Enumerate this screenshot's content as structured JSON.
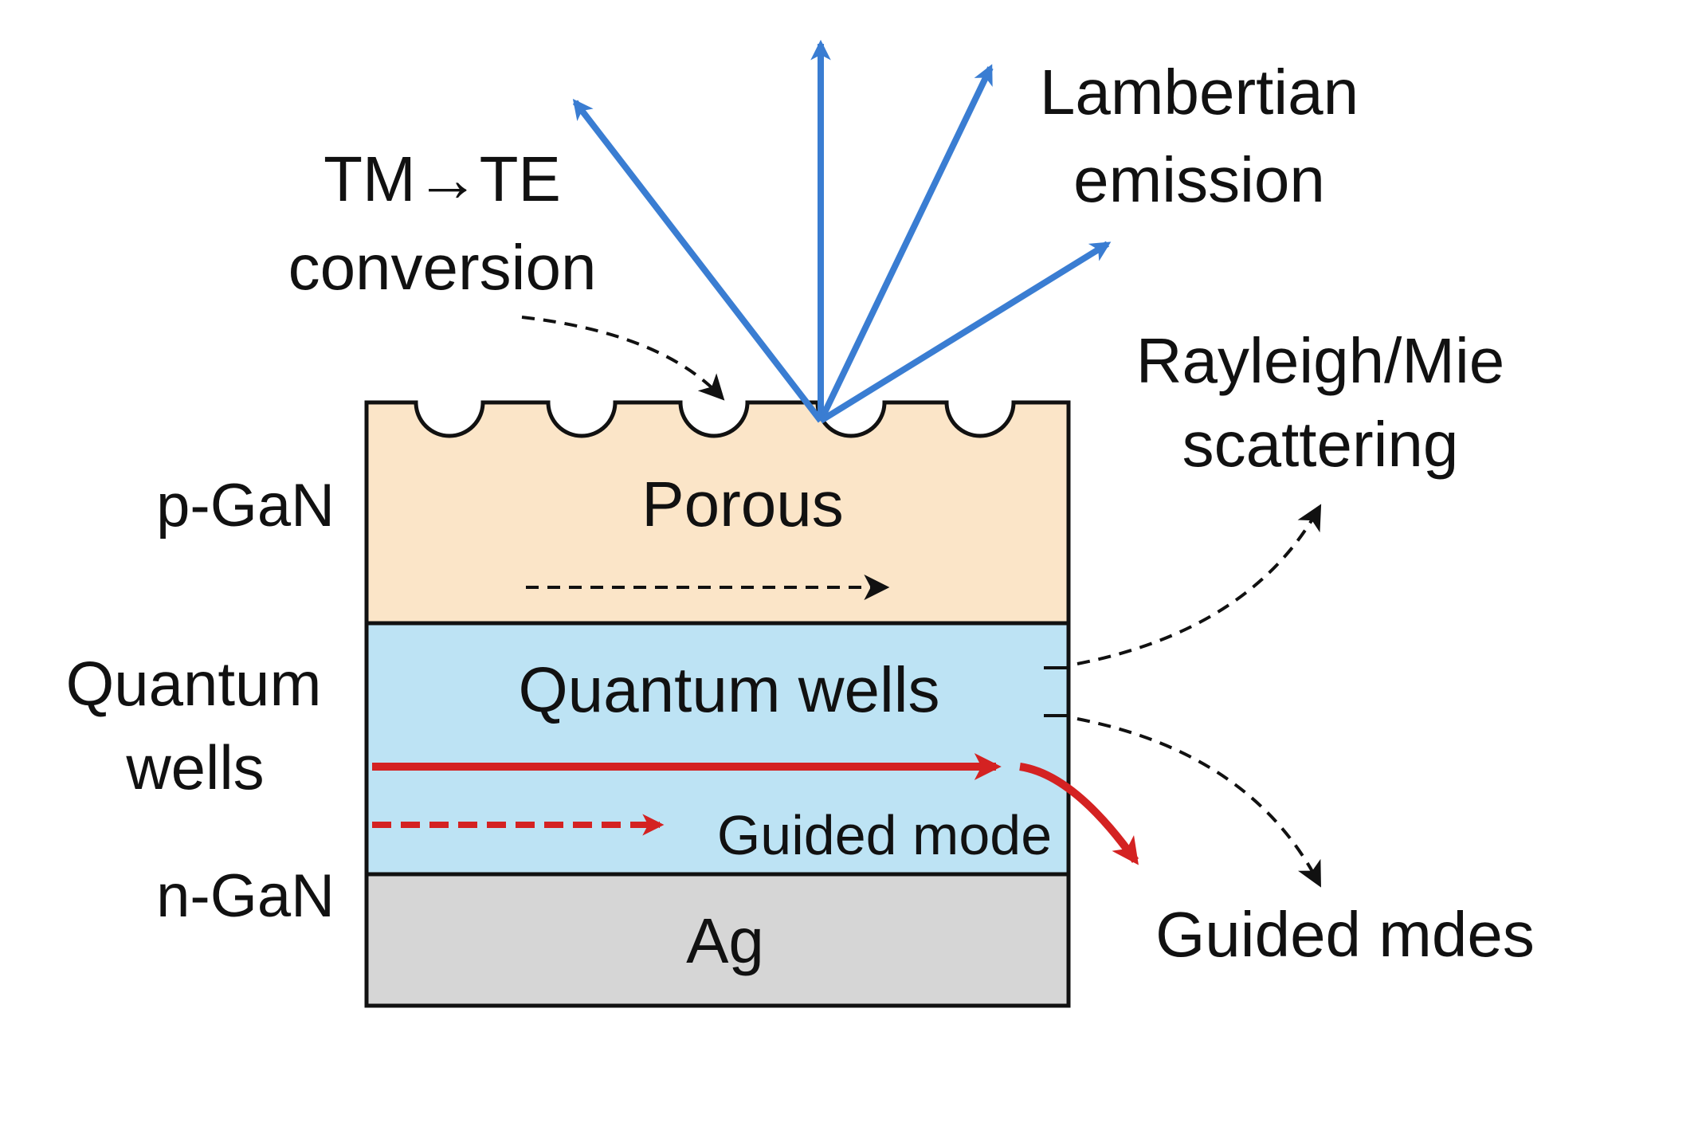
{
  "labels": {
    "tm_te_line1": "TM→TE",
    "tm_te_line2": "conversion",
    "lambertian_line1": "Lambertian",
    "lambertian_line2": "emission",
    "rayleigh_line1": "Rayleigh/Mie",
    "rayleigh_line2": "scattering",
    "p_gan": "p-GaN",
    "quantum_wells_left_line1": "Quantum",
    "quantum_wells_left_line2": "wells",
    "n_gan": "n-GaN",
    "porous": "Porous",
    "quantum_wells_inner": "Quantum wells",
    "guided_mode": "Guided mode",
    "ag": "Ag",
    "guided_mdes": "Guided mdes"
  },
  "colors": {
    "porous_layer": "#fbe5c8",
    "qw_layer": "#bde3f4",
    "ag_layer": "#d6d6d6",
    "emission_arrow": "#3a7dd2",
    "guided_arrow": "#d42222",
    "dashed_arrow": "#111111"
  }
}
